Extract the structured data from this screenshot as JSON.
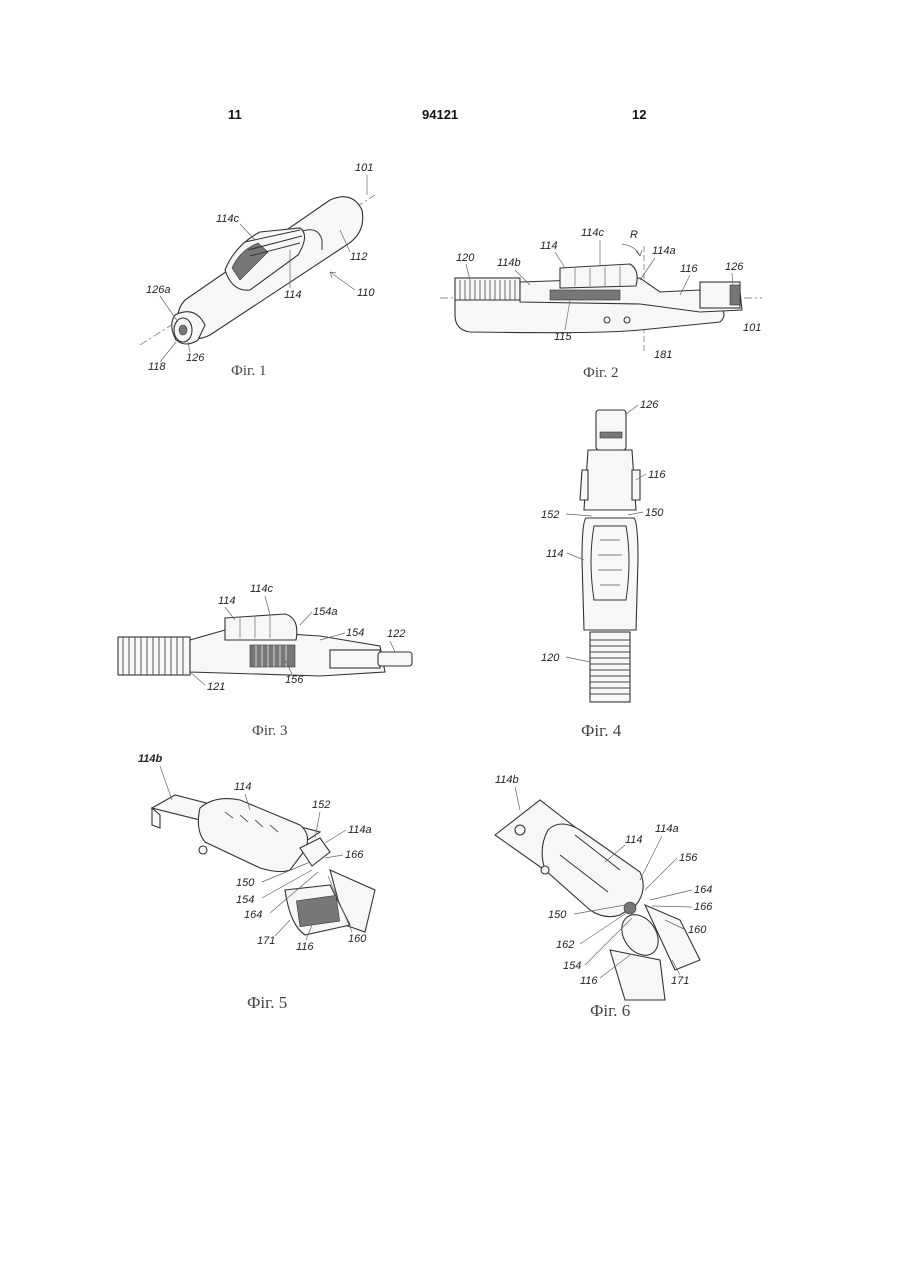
{
  "header": {
    "left": "11",
    "center": "94121",
    "right": "12"
  },
  "figures": [
    {
      "caption": "Фіг. 1",
      "labels": [
        "101",
        "114c",
        "112",
        "126a",
        "114",
        "110",
        "118",
        "126"
      ]
    },
    {
      "caption": "Фіг. 2",
      "labels": [
        "114c",
        "R",
        "114",
        "114a",
        "120",
        "114b",
        "116",
        "126",
        "115",
        "101",
        "181"
      ]
    },
    {
      "caption": "Фіг. 3",
      "labels": [
        "114c",
        "114",
        "154a",
        "154",
        "122",
        "121",
        "156"
      ]
    },
    {
      "caption": "Фіг. 4",
      "labels": [
        "126",
        "116",
        "152",
        "150",
        "114",
        "120"
      ]
    },
    {
      "caption": "Фіг. 5",
      "labels": [
        "114b",
        "114",
        "152",
        "114a",
        "166",
        "150",
        "154",
        "164",
        "171",
        "116",
        "160"
      ]
    },
    {
      "caption": "Фіг. 6",
      "labels": [
        "114b",
        "114",
        "114a",
        "156",
        "164",
        "166",
        "150",
        "160",
        "162",
        "154",
        "116",
        "171"
      ]
    }
  ]
}
